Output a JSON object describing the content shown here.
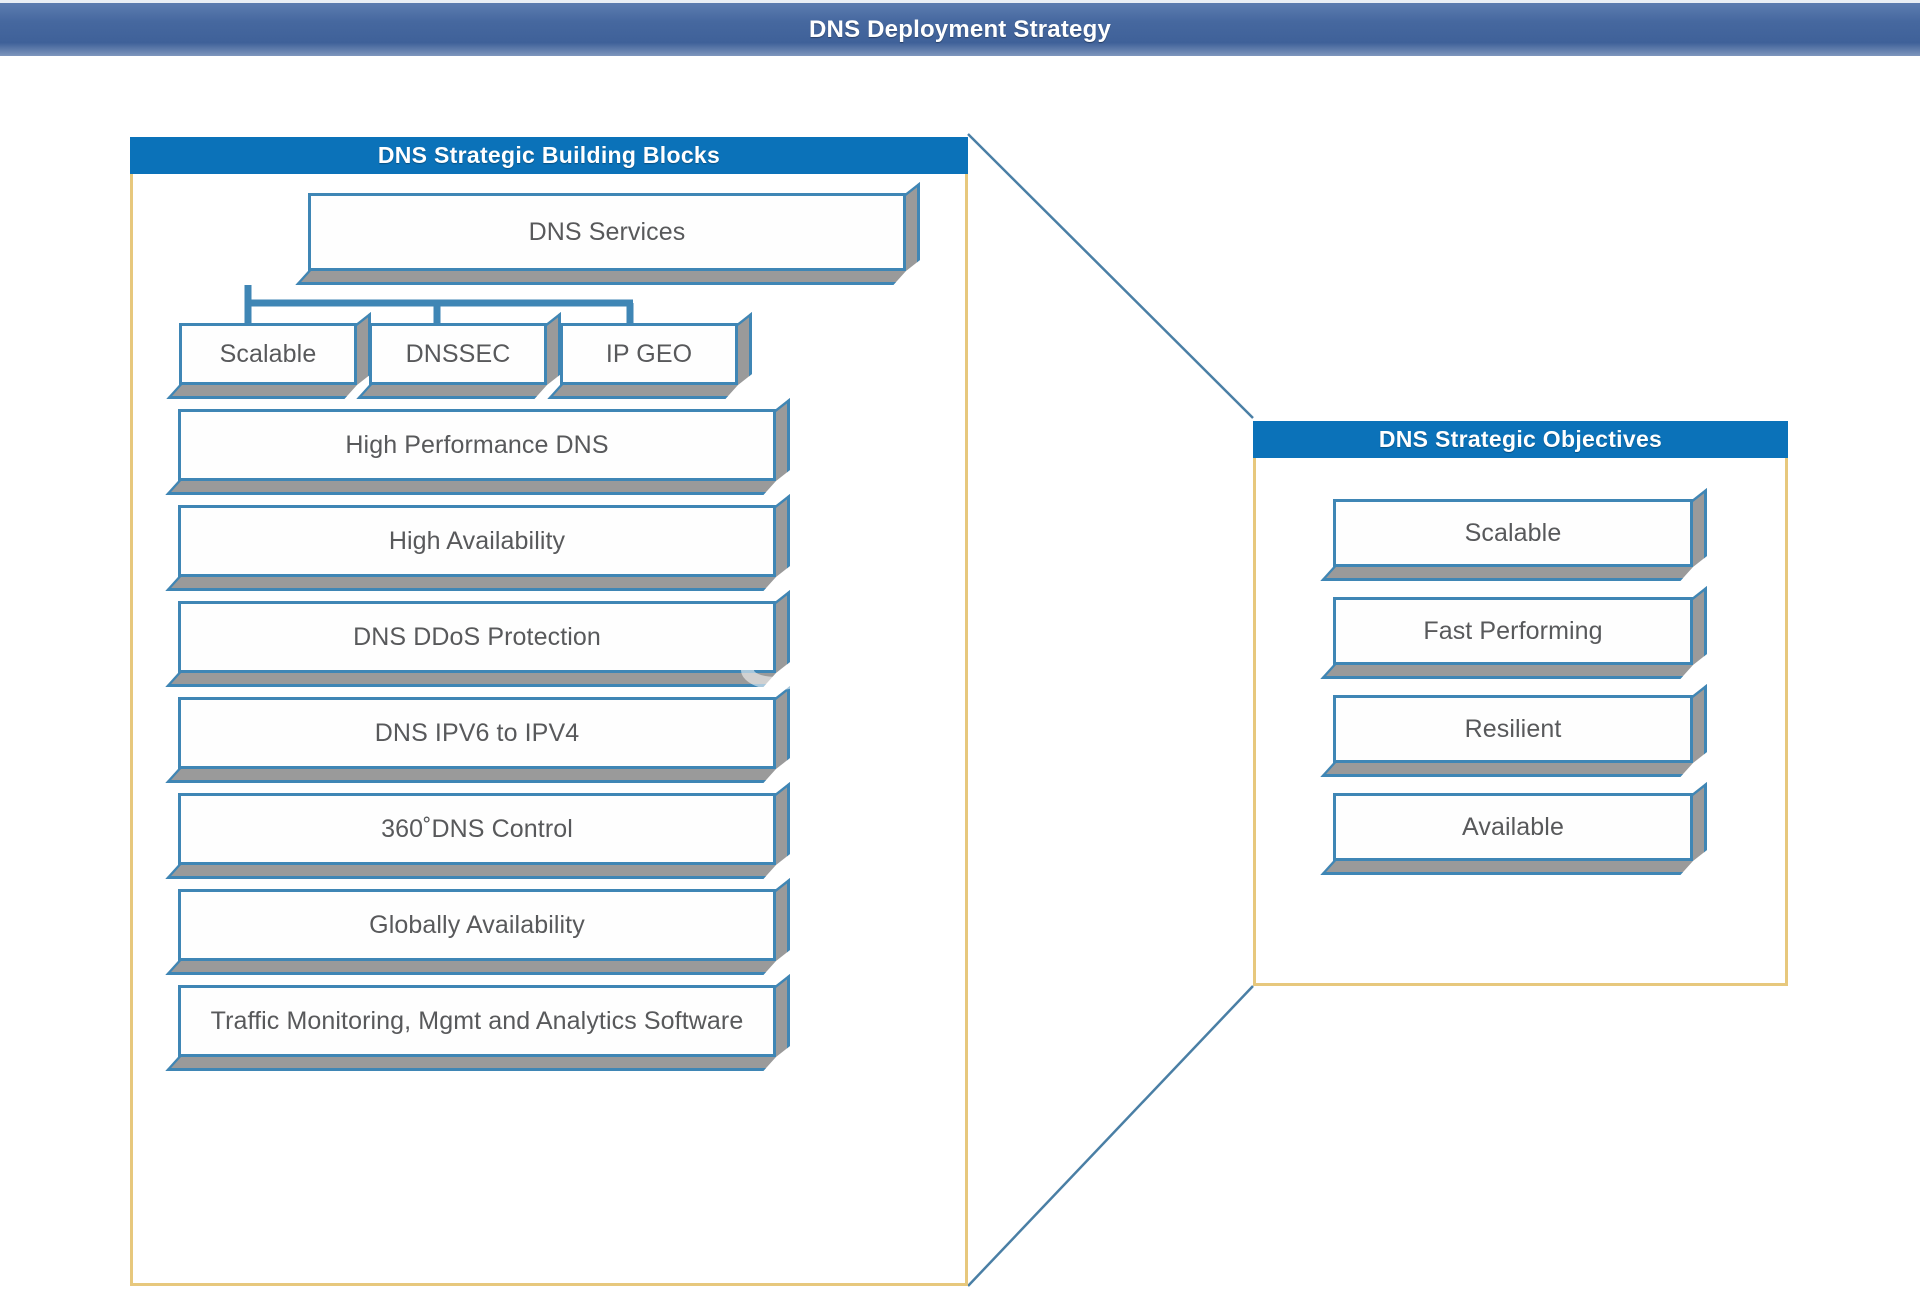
{
  "title_bar": {
    "title": "DNS Deployment Strategy",
    "background_color": "#46689f",
    "text_color": "#ffffff"
  },
  "theme": {
    "panel_border_color": "#e7c87d",
    "panel_header_color": "#0b72b9",
    "box_border_color": "#3f86b5",
    "box_shadow_color": "#9a9a9a",
    "box_text_color": "#58595b",
    "connector_color": "#4a7fa5",
    "page_background": "#ffffff"
  },
  "panels": {
    "left": {
      "header": "DNS Strategic Building Blocks",
      "root_box": {
        "label": "DNS Services"
      },
      "child_boxes": [
        {
          "label": "Scalable"
        },
        {
          "label": "DNSSEC"
        },
        {
          "label": "IP GEO"
        }
      ],
      "stack_boxes": [
        {
          "label": "High Performance DNS"
        },
        {
          "label": "High Availability"
        },
        {
          "label": "DNS DDoS Protection"
        },
        {
          "label": "DNS IPV6 to IPV4"
        },
        {
          "label": "360˚DNS Control"
        },
        {
          "label": "Globally Availability"
        },
        {
          "label": "Traffic Monitoring, Mgmt and Analytics Software"
        }
      ]
    },
    "right": {
      "header": "DNS Strategic Objectives",
      "objective_boxes": [
        {
          "label": "Scalable"
        },
        {
          "label": "Fast Performing"
        },
        {
          "label": "Resilient"
        },
        {
          "label": "Available"
        }
      ]
    }
  },
  "connectors": {
    "top_callout": "left-panel-top-right to right-panel-top-left",
    "bottom_callout": "left-panel-bottom-right to right-panel-bottom-left"
  }
}
